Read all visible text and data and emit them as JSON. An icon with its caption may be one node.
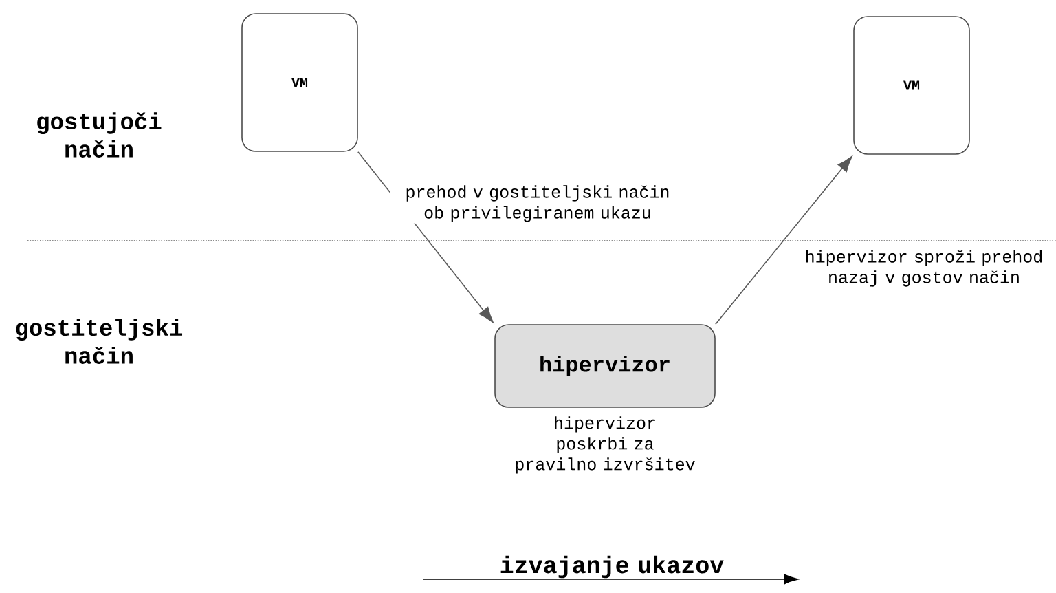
{
  "diagram": {
    "nodes": [
      {
        "text": [
          "VM"
        ]
      },
      {
        "text": [
          "VM"
        ]
      },
      {
        "text": [
          "hipervizor"
        ],
        "beside": [
          "hipervizor poskrbi za pravilno izvršitev"
        ]
      }
    ],
    "edges": [
      {
        "from": 0,
        "to": 2,
        "arrow": "to",
        "label": "prehod v gostiteljski način ob privilegiranem ukazu"
      },
      {
        "from": 2,
        "to": 1,
        "arrow": "to",
        "label": "hipervizor sproži prehod nazaj v gostov način"
      }
    ],
    "labels": [
      "gostujoči način",
      "gostiteljski način",
      "izvajanje ukazov"
    ]
  }
}
